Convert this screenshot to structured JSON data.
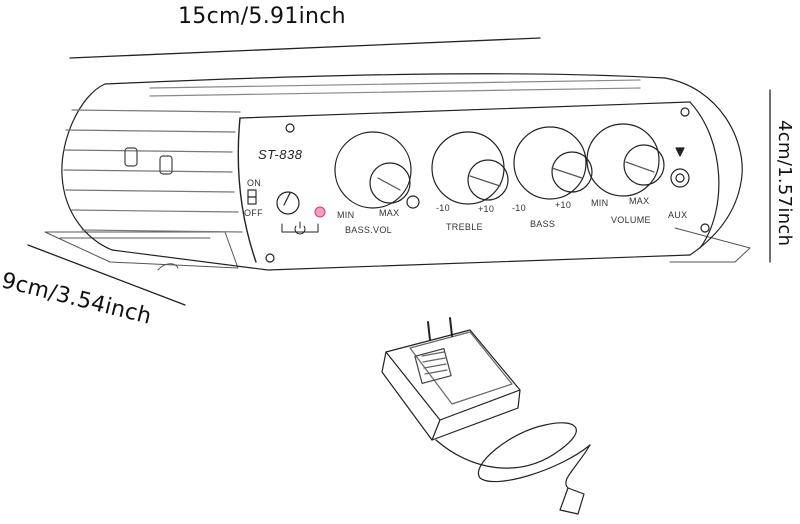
{
  "dimensions": {
    "width_label": "15cm/5.91inch",
    "depth_label": "9cm/3.54inch",
    "height_label": "4cm/1.57inch"
  },
  "amplifier": {
    "model": "ST-838",
    "power_switch": {
      "on_label": "ON",
      "off_label": "OFF"
    },
    "bass_vol": {
      "min_label": "MIN",
      "max_label": "MAX",
      "name": "BASS.VOL"
    },
    "treble": {
      "min_label": "-10",
      "max_label": "+10",
      "name": "TREBLE"
    },
    "bass": {
      "min_label": "-10",
      "max_label": "+10",
      "name": "BASS"
    },
    "volume": {
      "min_label": "MIN",
      "max_label": "MAX",
      "name": "VOLUME"
    },
    "aux_label": "AUX",
    "led_color": "#e0307a"
  }
}
